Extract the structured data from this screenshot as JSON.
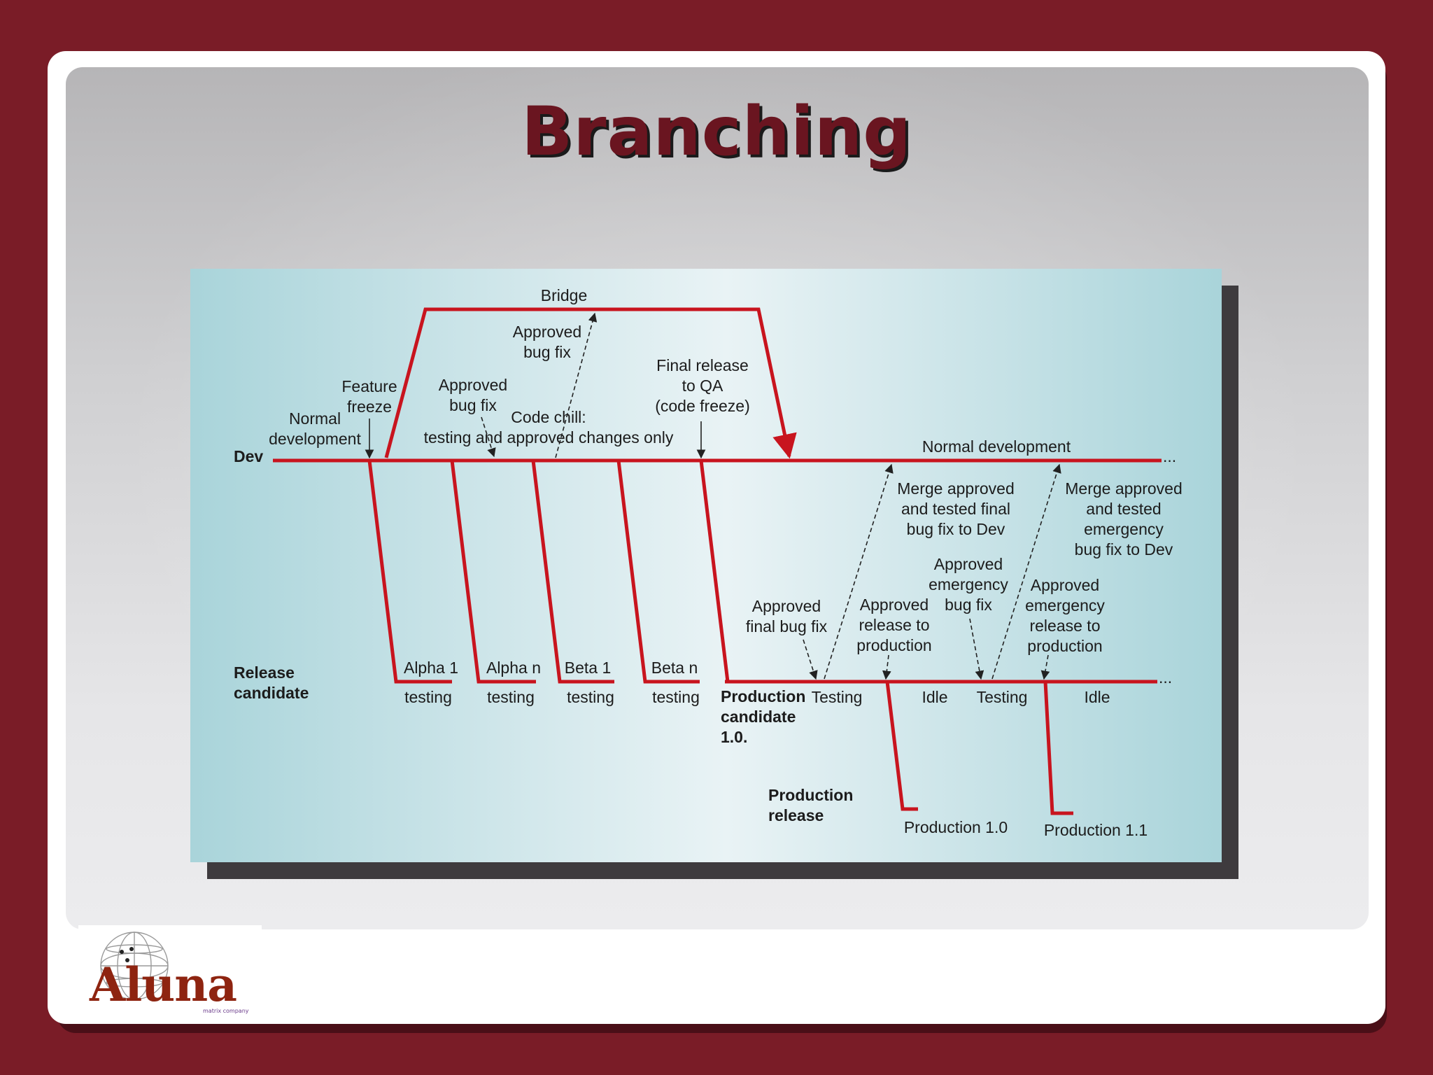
{
  "slide": {
    "title": "Branching"
  },
  "colors": {
    "branch_line": "#c8141e",
    "arrow": "#222222",
    "frame": "#7a1c27",
    "title": "#6a1520"
  },
  "diagram": {
    "lanes": {
      "dev": "Dev",
      "release_candidate": [
        "Release",
        "candidate"
      ]
    },
    "bridge_label": "Bridge",
    "bridge_fix": [
      "Approved",
      "bug fix"
    ],
    "normal_dev_left": [
      "Normal",
      "development"
    ],
    "feature_freeze": [
      "Feature",
      "freeze"
    ],
    "approved_fix_left": [
      "Approved",
      "bug fix"
    ],
    "code_chill": [
      "Code chill:",
      "testing and approved changes only"
    ],
    "final_release": [
      "Final release",
      "to QA",
      "(code freeze)"
    ],
    "normal_dev_right": "Normal development",
    "merge_final": [
      "Merge approved",
      "and tested final",
      "bug fix to Dev"
    ],
    "merge_emergency": [
      "Merge approved",
      "and tested",
      "emergency",
      "bug fix to Dev"
    ],
    "approved_emergency_fix": [
      "Approved",
      "emergency",
      "bug fix"
    ],
    "approved_final_fix": [
      "Approved",
      "final bug fix"
    ],
    "approved_release_prod": [
      "Approved",
      "release to",
      "production"
    ],
    "approved_emergency_release": [
      "Approved",
      "emergency",
      "release to",
      "production"
    ],
    "candidates": [
      {
        "name": "Alpha 1",
        "sub": "testing"
      },
      {
        "name": "Alpha n",
        "sub": "testing"
      },
      {
        "name": "Beta 1",
        "sub": "testing"
      },
      {
        "name": "Beta n",
        "sub": "testing"
      }
    ],
    "production_candidate": [
      "Production",
      "candidate",
      "1.0."
    ],
    "states": [
      "Testing",
      "Idle",
      "Testing",
      "Idle"
    ],
    "production_release": [
      "Production",
      "release"
    ],
    "productions": [
      "Production 1.0",
      "Production 1.1"
    ],
    "ellipsis": "..."
  },
  "logo": {
    "name": "Aluna",
    "tagline": "matrix company"
  }
}
